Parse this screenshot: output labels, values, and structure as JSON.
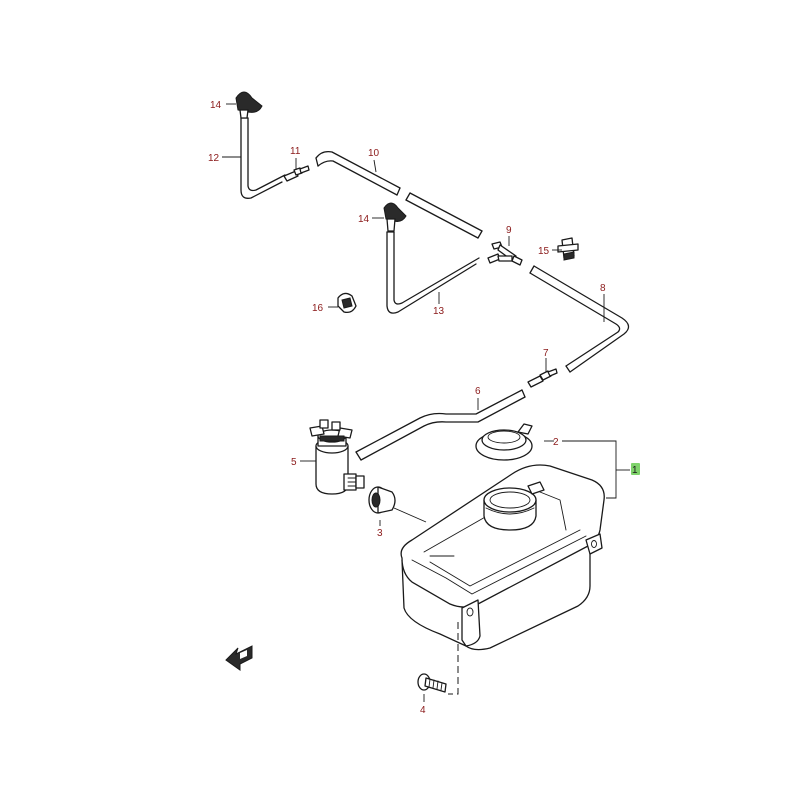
{
  "callouts": {
    "c1": "1",
    "c2": "2",
    "c3": "3",
    "c4": "4",
    "c5": "5",
    "c6": "6",
    "c7": "7",
    "c8": "8",
    "c9": "9",
    "c10": "10",
    "c11": "11",
    "c12": "12",
    "c13": "13",
    "c14a": "14",
    "c14b": "14",
    "c15": "15",
    "c16": "16"
  },
  "highlight_color": "#7fd36b",
  "label_color": "#8b1a1a",
  "icons": {
    "front_arrow": "fwd-arrow-icon"
  }
}
